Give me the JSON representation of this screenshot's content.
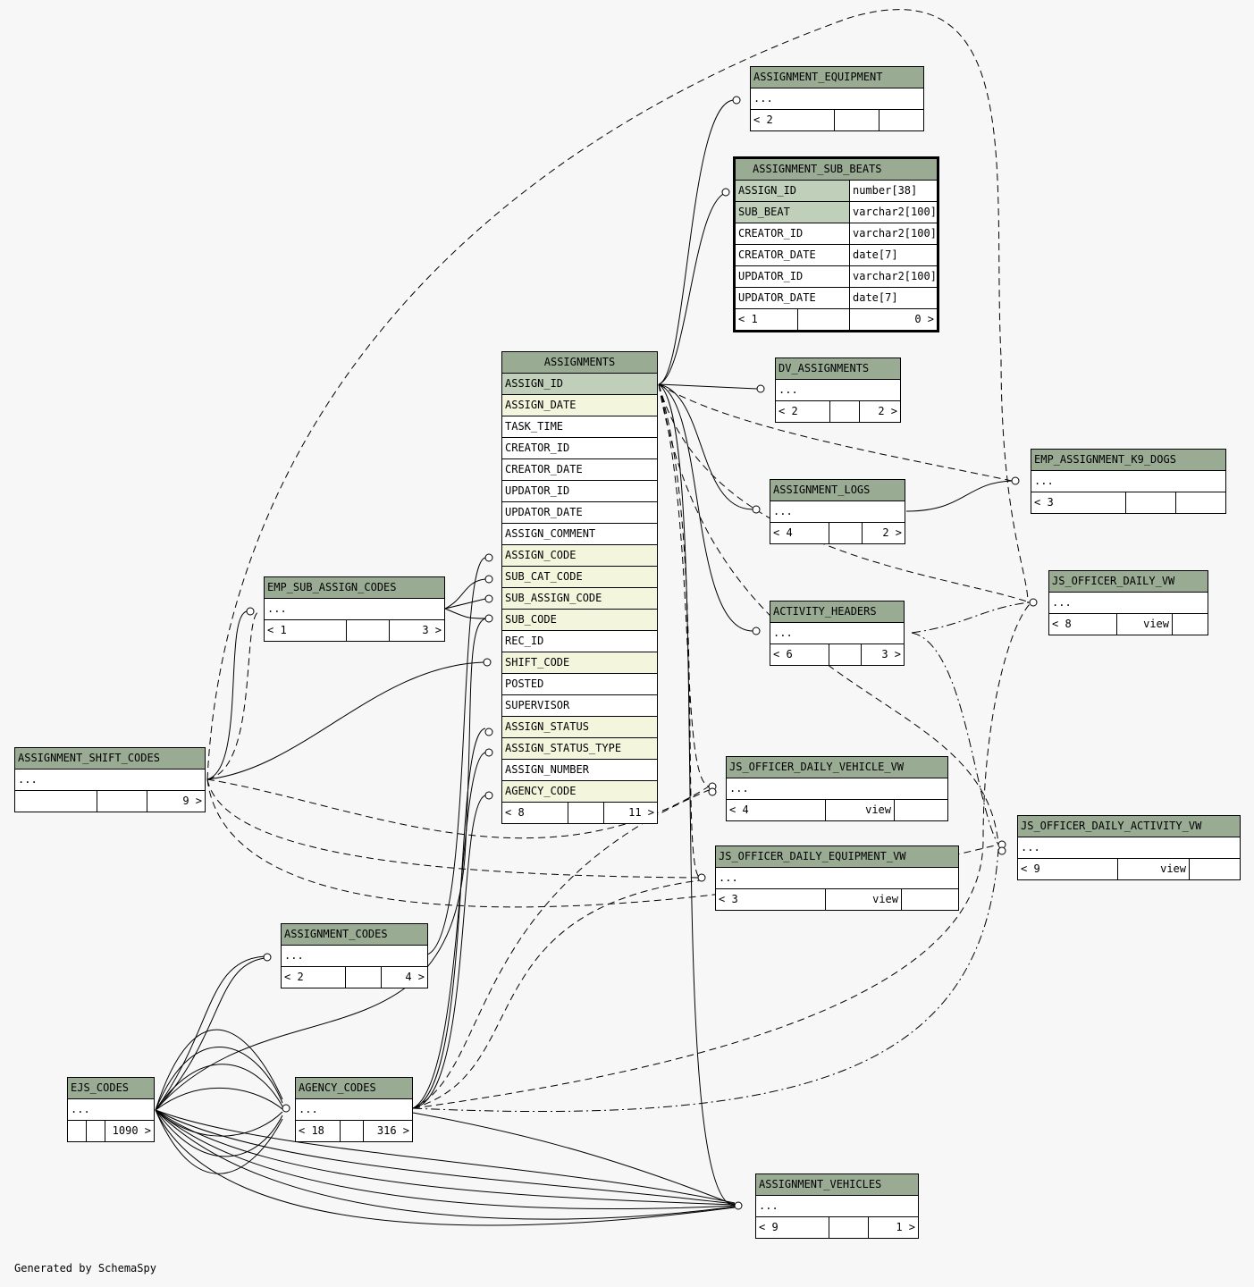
{
  "footer": "Generated by SchemaSpy",
  "tables": {
    "assignment_equipment": {
      "name": "ASSIGNMENT_EQUIPMENT",
      "ellipsis": "...",
      "parents": "< 2",
      "children": "",
      "type": ""
    },
    "assignment_sub_beats": {
      "name": "ASSIGNMENT_SUB_BEATS",
      "columns": [
        {
          "name": "ASSIGN_ID",
          "type": "number[38]"
        },
        {
          "name": "SUB_BEAT",
          "type": "varchar2[100]"
        },
        {
          "name": "CREATOR_ID",
          "type": "varchar2[100]"
        },
        {
          "name": "CREATOR_DATE",
          "type": "date[7]"
        },
        {
          "name": "UPDATOR_ID",
          "type": "varchar2[100]"
        },
        {
          "name": "UPDATOR_DATE",
          "type": "date[7]"
        }
      ],
      "parents": "< 1",
      "children": "0 >"
    },
    "dv_assignments": {
      "name": "DV_ASSIGNMENTS",
      "ellipsis": "...",
      "parents": "< 2",
      "children": "2 >"
    },
    "emp_assignment_k9_dogs": {
      "name": "EMP_ASSIGNMENT_K9_DOGS",
      "ellipsis": "...",
      "parents": "< 3",
      "children": "",
      "type": ""
    },
    "assignment_logs": {
      "name": "ASSIGNMENT_LOGS",
      "ellipsis": "...",
      "parents": "< 4",
      "children": "2 >"
    },
    "js_officer_daily_vw": {
      "name": "JS_OFFICER_DAILY_VW",
      "ellipsis": "...",
      "parents": "< 8",
      "type": "view"
    },
    "activity_headers": {
      "name": "ACTIVITY_HEADERS",
      "ellipsis": "...",
      "parents": "< 6",
      "children": "3 >"
    },
    "emp_sub_assign_codes": {
      "name": "EMP_SUB_ASSIGN_CODES",
      "ellipsis": "...",
      "parents": "< 1",
      "children": "3 >"
    },
    "assignments": {
      "name": "ASSIGNMENTS",
      "columns": [
        "ASSIGN_ID",
        "ASSIGN_DATE",
        "TASK_TIME",
        "CREATOR_ID",
        "CREATOR_DATE",
        "UPDATOR_ID",
        "UPDATOR_DATE",
        "ASSIGN_COMMENT",
        "ASSIGN_CODE",
        "SUB_CAT_CODE",
        "SUB_ASSIGN_CODE",
        "SUB_CODE",
        "REC_ID",
        "SHIFT_CODE",
        "POSTED",
        "SUPERVISOR",
        "ASSIGN_STATUS",
        "ASSIGN_STATUS_TYPE",
        "ASSIGN_NUMBER",
        "AGENCY_CODE"
      ],
      "parents": "< 8",
      "children": "11 >"
    },
    "assignment_shift_codes": {
      "name": "ASSIGNMENT_SHIFT_CODES",
      "ellipsis": "...",
      "parents": "",
      "children": "9 >"
    },
    "js_officer_daily_vehicle_vw": {
      "name": "JS_OFFICER_DAILY_VEHICLE_VW",
      "ellipsis": "...",
      "parents": "< 4",
      "type": "view"
    },
    "js_officer_daily_activity_vw": {
      "name": "JS_OFFICER_DAILY_ACTIVITY_VW",
      "ellipsis": "...",
      "parents": "< 9",
      "type": "view"
    },
    "js_officer_daily_equipment_vw": {
      "name": "JS_OFFICER_DAILY_EQUIPMENT_VW",
      "ellipsis": "...",
      "parents": "< 3",
      "type": "view"
    },
    "assignment_codes": {
      "name": "ASSIGNMENT_CODES",
      "ellipsis": "...",
      "parents": "< 2",
      "children": "4 >"
    },
    "ejs_codes": {
      "name": "EJS_CODES",
      "ellipsis": "...",
      "parents": "",
      "children": "1090 >"
    },
    "agency_codes": {
      "name": "AGENCY_CODES",
      "ellipsis": "...",
      "parents": "< 18",
      "children": "316 >"
    },
    "assignment_vehicles": {
      "name": "ASSIGNMENT_VEHICLES",
      "ellipsis": "...",
      "parents": "< 9",
      "children": "1 >"
    }
  },
  "assignments_key_types": [
    "pk",
    "fk",
    "",
    "",
    "",
    "",
    "",
    "",
    "fk",
    "fk",
    "fk",
    "fk",
    "",
    "fk",
    "",
    "",
    "fk",
    "fk",
    "",
    "fk"
  ],
  "sub_beats_key_types": [
    "pk",
    "pk",
    "",
    "",
    "",
    ""
  ]
}
